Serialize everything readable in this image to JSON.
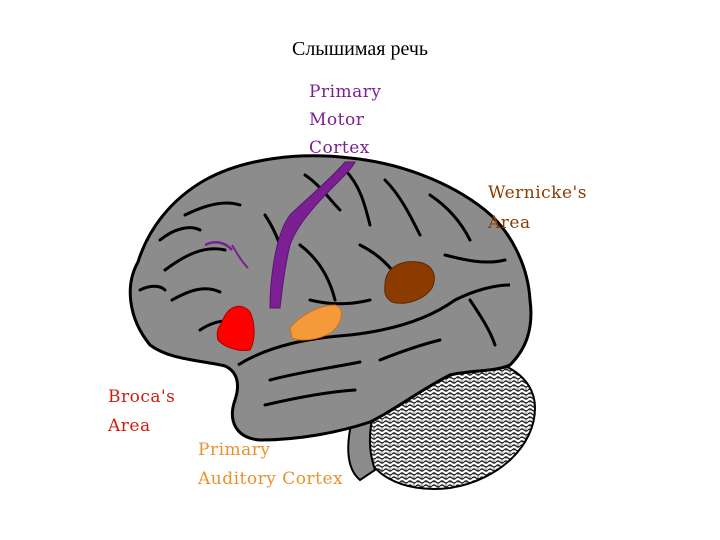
{
  "title": "Слышимая речь",
  "labels": {
    "motor": [
      "Primary",
      "Motor",
      "Cortex"
    ],
    "wernicke": [
      "Wernicke's",
      "Area"
    ],
    "broca": [
      "Broca's",
      "Area"
    ],
    "auditory": [
      "Primary",
      "Auditory Cortex"
    ]
  },
  "colors": {
    "brain_fill": "#8c8c8c",
    "outline": "#000000",
    "motor": "#7b1f93",
    "wernicke": "#8b3b00",
    "broca": "#ff0000",
    "auditory": "#f59a3a"
  }
}
